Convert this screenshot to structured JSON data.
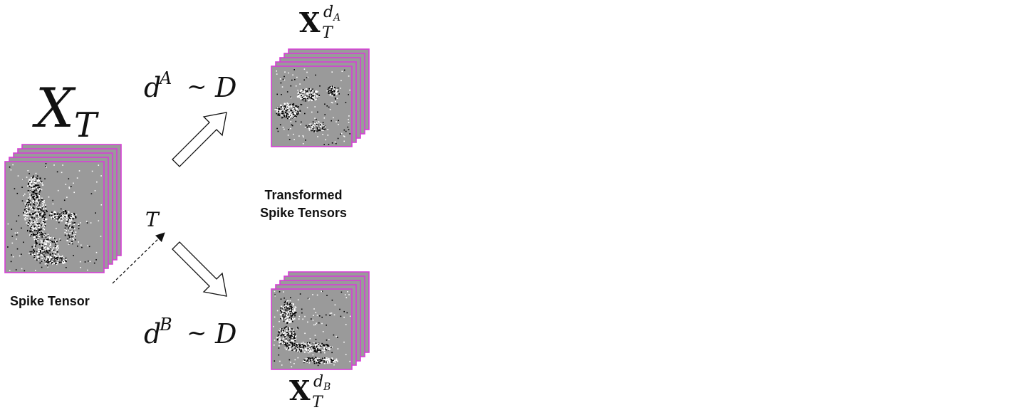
{
  "input": {
    "symbol_base": "X",
    "symbol_sub": "T",
    "caption": "Spike Tensor"
  },
  "transform_label": "T",
  "branch_a": {
    "dist_left": "d",
    "dist_sup": "A",
    "tilde": "~",
    "dist_right": "D",
    "symbol_base": "X",
    "symbol_sub": "T",
    "symbol_sup": "d",
    "symbol_sup_sub": "A"
  },
  "branch_b": {
    "dist_left": "d",
    "dist_sup": "B",
    "tilde": "~",
    "dist_right": "D",
    "symbol_base": "X",
    "symbol_sub": "T",
    "symbol_sup": "d",
    "symbol_sup_sub": "B"
  },
  "output_caption": {
    "line1": "Transformed",
    "line2": "Spike Tensors"
  },
  "colors": {
    "frame": "#d63fd6",
    "frame_fill": "#9a9a9a",
    "event_on": "#ffffff",
    "event_off": "#000000",
    "arrow_stroke": "#111111",
    "arrow_fill": "#ffffff"
  }
}
